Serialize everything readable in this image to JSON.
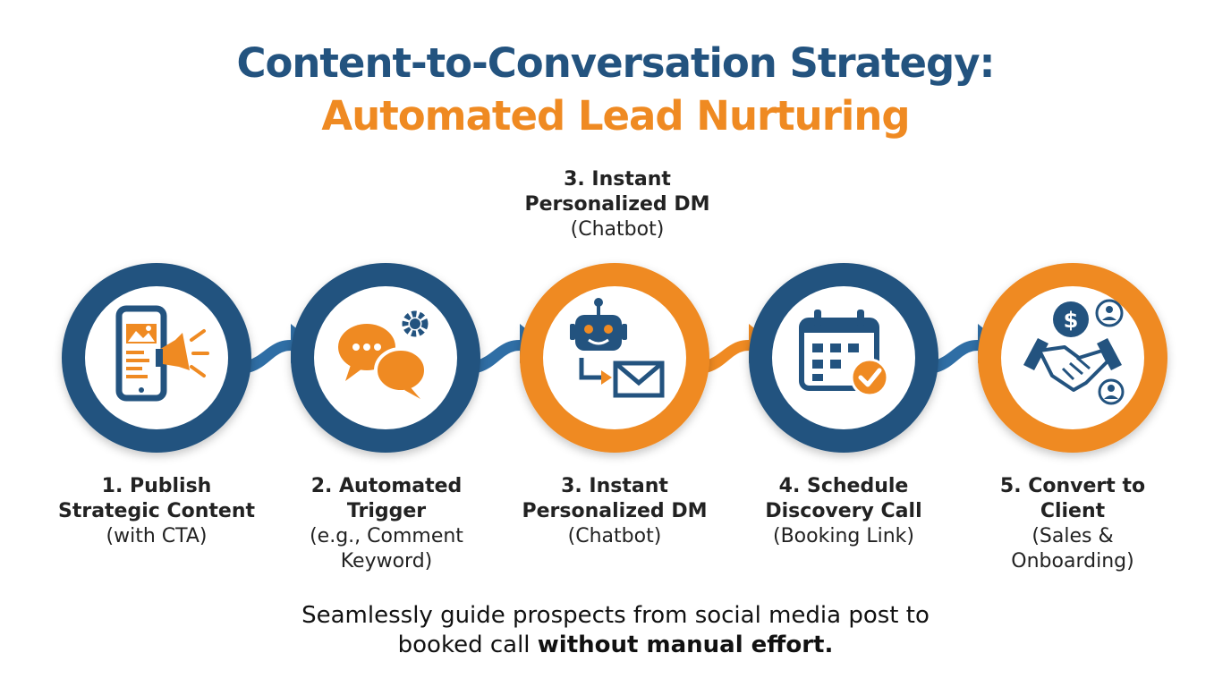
{
  "header": {
    "title_line1": "Content-to-Conversation Strategy:",
    "title_line2": "Automated Lead Nurturing"
  },
  "colors": {
    "blue": "#23537f",
    "orange": "#ef8a22",
    "arrow_blue": "#2f6ea5",
    "text": "#222222"
  },
  "top_label": {
    "title_line1": "3. Instant",
    "title_line2": "Personalized DM",
    "subtitle": "(Chatbot)"
  },
  "steps": [
    {
      "title_line1": "1. Publish",
      "title_line2": "Strategic Content",
      "desc_line1": "(with CTA)",
      "desc_line2": "",
      "ring_color": "blue",
      "icon": "phone-megaphone-icon"
    },
    {
      "title_line1": "2. Automated",
      "title_line2": "Trigger",
      "desc_line1": "(e.g., Comment",
      "desc_line2": "Keyword)",
      "ring_color": "blue",
      "icon": "chat-bubbles-gear-icon"
    },
    {
      "title_line1": "3. Instant",
      "title_line2": "Personalized DM",
      "desc_line1": "(Chatbot)",
      "desc_line2": "",
      "ring_color": "orange",
      "icon": "robot-envelope-icon"
    },
    {
      "title_line1": "4. Schedule",
      "title_line2": "Discovery Call",
      "desc_line1": "(Booking Link)",
      "desc_line2": "",
      "ring_color": "blue",
      "icon": "calendar-check-icon"
    },
    {
      "title_line1": "5. Convert to",
      "title_line2": "Client",
      "desc_line1": "(Sales &",
      "desc_line2": "Onboarding)",
      "ring_color": "orange",
      "icon": "handshake-dollar-icon"
    }
  ],
  "tagline": {
    "line1": "Seamlessly guide prospects from social media post to",
    "line2_regular": "booked call ",
    "line2_bold": "without manual effort."
  }
}
